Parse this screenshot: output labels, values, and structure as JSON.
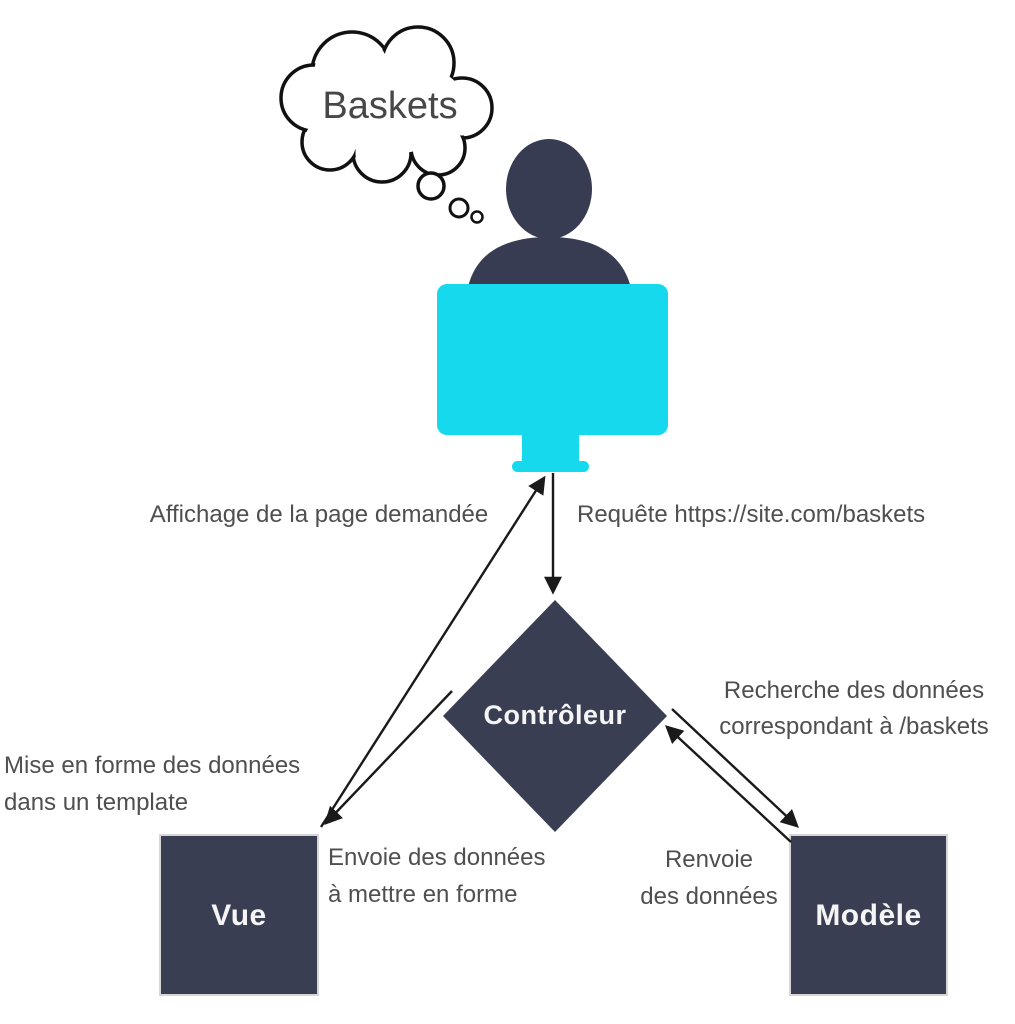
{
  "thought_bubble": {
    "text": "Baskets"
  },
  "nodes": {
    "controller": {
      "label": "Contrôleur",
      "shape": "diamond"
    },
    "view": {
      "label": "Vue",
      "shape": "square"
    },
    "model": {
      "label": "Modèle",
      "shape": "square"
    }
  },
  "edges": {
    "request": {
      "label": "Requête https://site.com/baskets",
      "from": "user",
      "to": "controller"
    },
    "display": {
      "label": "Affichage de la page demandée",
      "from": "view",
      "to": "user"
    },
    "search": {
      "label": "Recherche des données\ncorrespondant à /baskets",
      "from": "controller",
      "to": "model"
    },
    "return_data": {
      "label": "Renvoie\ndes données",
      "from": "model",
      "to": "controller"
    },
    "send": {
      "label": "Envoie des données\nà mettre en forme",
      "from": "controller",
      "to": "view"
    }
  },
  "notes": {
    "format": {
      "label": "Mise en forme des données\ndans un template",
      "near": "view"
    }
  },
  "colors": {
    "node_fill": "#3a3e52",
    "node_text": "#f5f5f5",
    "screen_cyan": "#16d9ee",
    "person": "#383c52",
    "label_text": "#4f4f4f",
    "arrow": "#1a1a1a"
  }
}
